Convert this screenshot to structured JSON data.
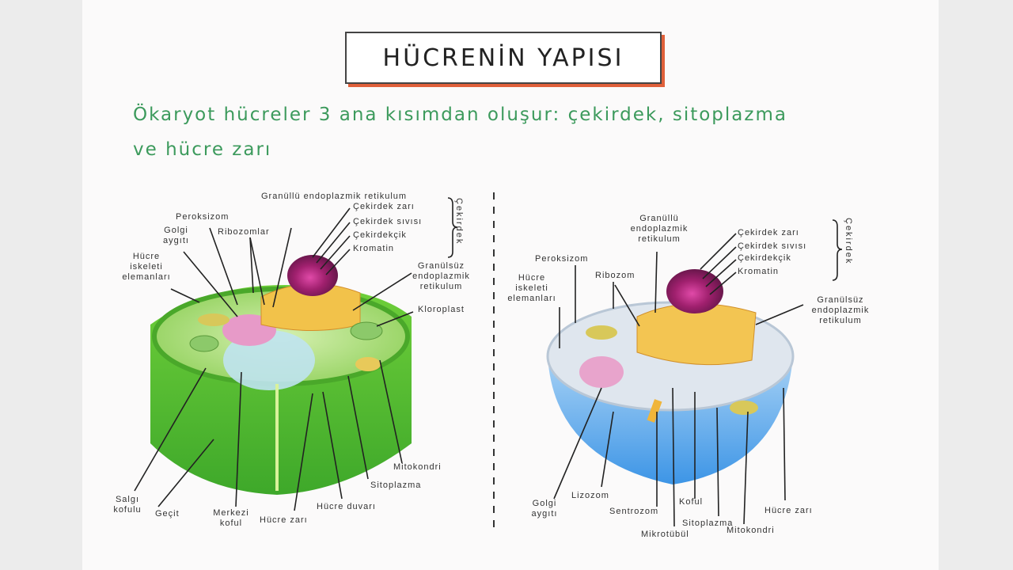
{
  "title": "HÜCRENİN YAPISI",
  "subtitle_line1": "Ökaryot hücreler 3 ana kısımdan oluşur: çekirdek, sitoplazma",
  "subtitle_line2": "ve hücre zarı",
  "plant_cell": {
    "granullu_er": "Granüllü endoplazmik retikulum",
    "cekirdek_zari": "Çekirdek zarı",
    "cekirdek_sivisi": "Çekirdek sıvısı",
    "cekirdekcik": "Çekirdekçik",
    "kromatin": "Kromatin",
    "cekirdek_group": "Çekirdek",
    "peroksizom": "Peroksizom",
    "golgi": "Golgi aygıtı",
    "ribozomlar": "Ribozomlar",
    "iskelet": "Hücre iskeleti elemanları",
    "granulsuz_er": "Granülsüz endoplazmik retikulum",
    "kloroplast": "Kloroplast",
    "mitokondri": "Mitokondri",
    "sitoplazma": "Sitoplazma",
    "hucre_duvari": "Hücre duvarı",
    "hucre_zari": "Hücre zarı",
    "merkezi_koful": "Merkezi koful",
    "gecit": "Geçit",
    "salgi_kofulu": "Salgı kofulu"
  },
  "animal_cell": {
    "granullu_er": "Granüllü endoplazmik retikulum",
    "cekirdek_zari": "Çekirdek zarı",
    "cekirdek_sivisi": "Çekirdek sıvısı",
    "cekirdekcik": "Çekirdekçik",
    "kromatin": "Kromatin",
    "cekirdek_group": "Çekirdek",
    "peroksizom": "Peroksizom",
    "ribozom": "Ribozom",
    "iskelet": "Hücre iskeleti elemanları",
    "granulsuz_er": "Granülsüz endoplazmik retikulum",
    "golgi": "Golgi aygıtı",
    "lizozom": "Lizozom",
    "sentrozom": "Sentrozom",
    "mikrotubul": "Mikrotübül",
    "koful": "Koful",
    "sitoplazma": "Sitoplazma",
    "mitokondri": "Mitokondri",
    "hucre_zari": "Hücre zarı"
  }
}
